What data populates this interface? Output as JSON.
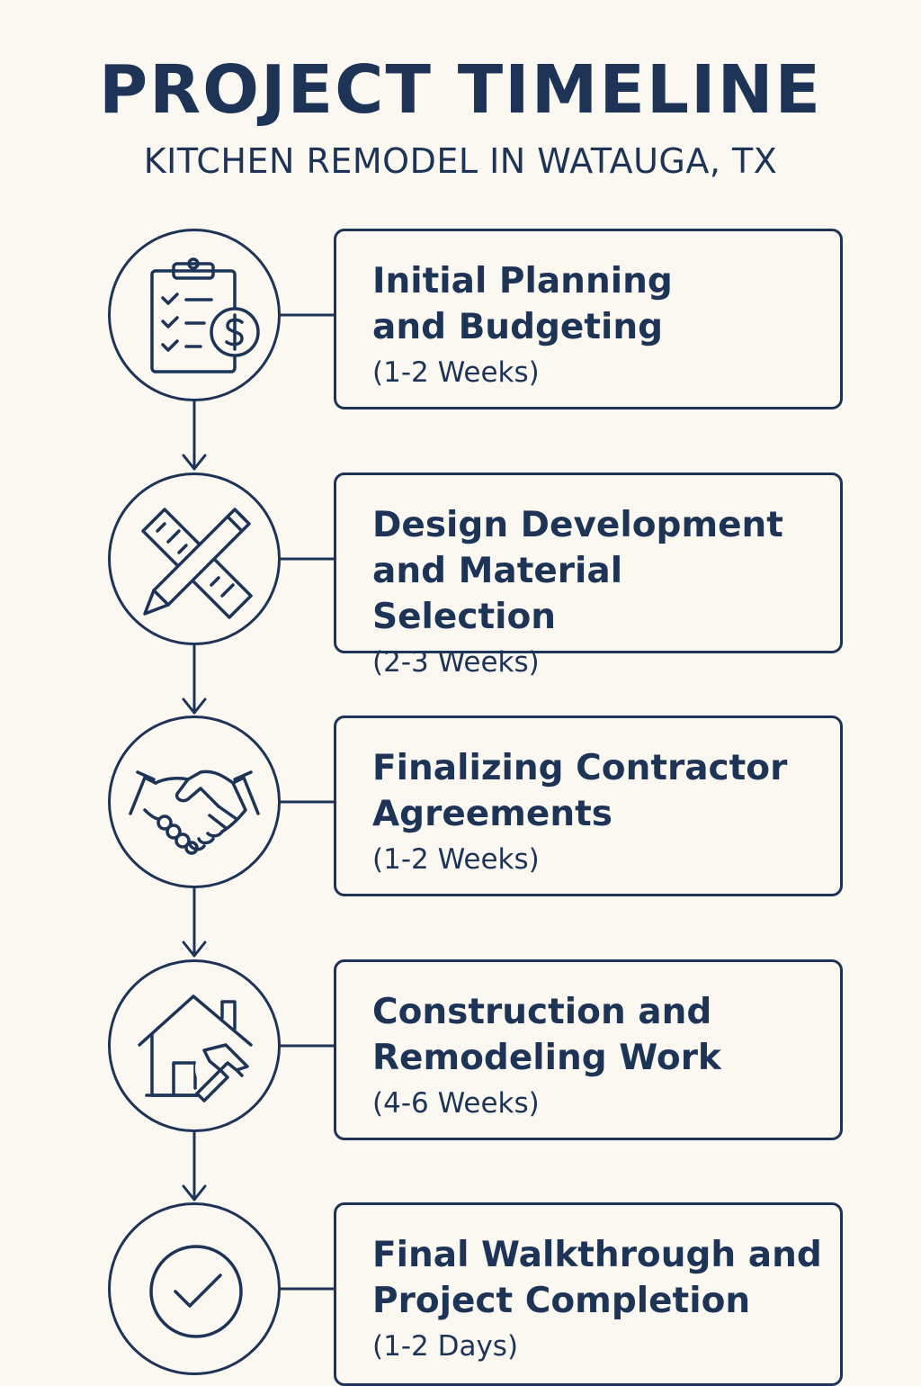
{
  "header": {
    "title": "PROJECT TIMELINE",
    "subtitle": "KITCHEN REMODEL IN WATAUGA, TX"
  },
  "colors": {
    "background": "#fbf8f2",
    "ink": "#1d3457"
  },
  "steps": [
    {
      "title": "Initial Planning and Budgeting",
      "duration": "(1-2 Weeks)",
      "icon": "clipboard-dollar-icon"
    },
    {
      "title": "Design Development and Material Selection",
      "duration": "(2-3 Weeks)",
      "icon": "ruler-pencil-icon"
    },
    {
      "title": "Finalizing Contractor Agreements",
      "duration": "(1-2 Weeks)",
      "icon": "handshake-icon"
    },
    {
      "title": "Construction and Remodeling Work",
      "duration": "(4-6 Weeks)",
      "icon": "house-hammer-icon"
    },
    {
      "title": "Final Walkthrough and Project Completion",
      "duration": "(1-2 Days)",
      "icon": "checkmark-circle-icon"
    }
  ]
}
